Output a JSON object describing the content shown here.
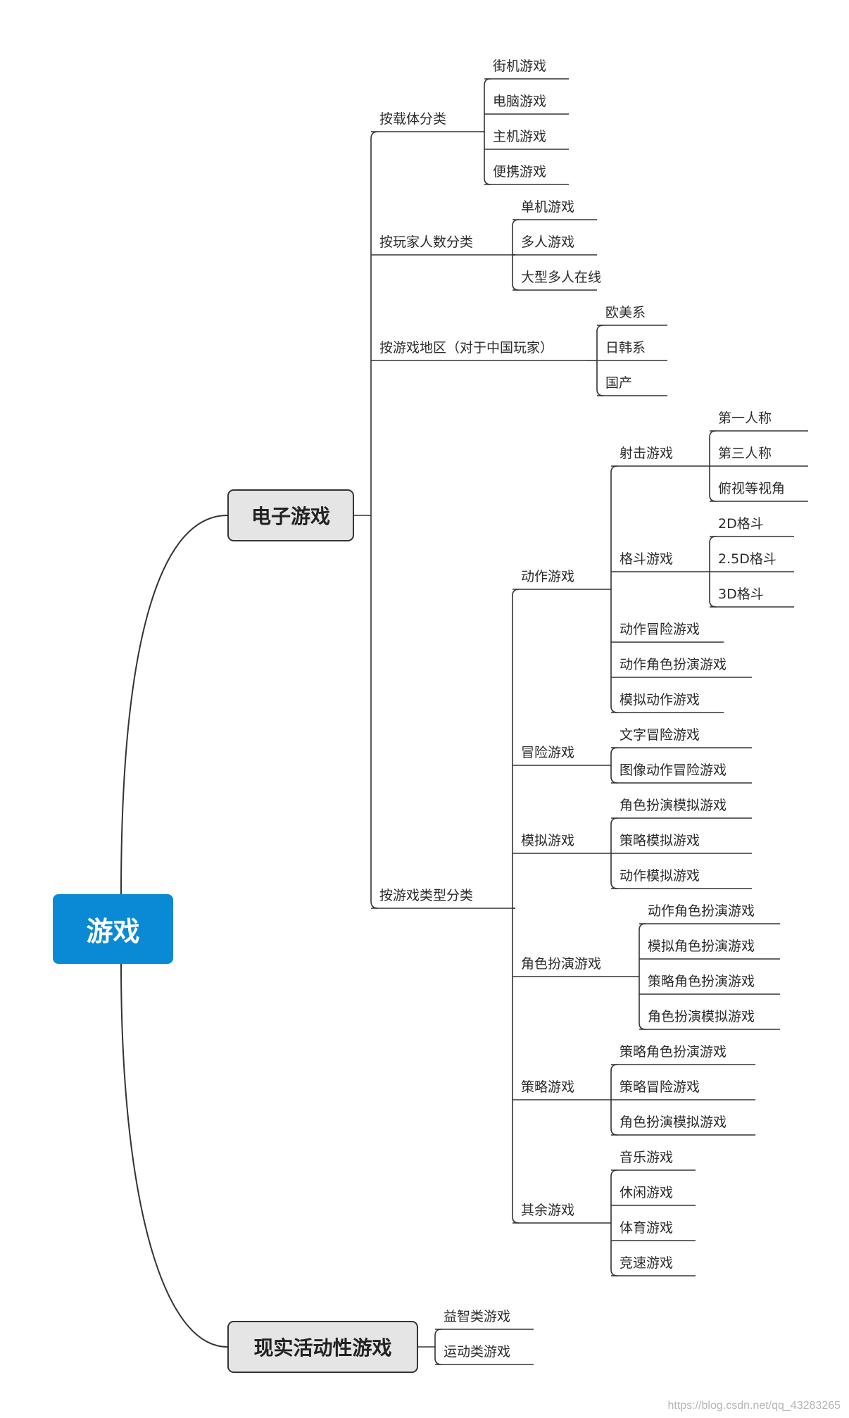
{
  "colors": {
    "root_bg": "#0a8ad5",
    "line": "#333333",
    "main_bg": "#e5e5e5"
  },
  "root": {
    "label": "游戏"
  },
  "electronic": {
    "label": "电子游戏",
    "by_carrier": {
      "label": "按载体分类",
      "items": [
        "街机游戏",
        "电脑游戏",
        "主机游戏",
        "便携游戏"
      ]
    },
    "by_players": {
      "label": "按玩家人数分类",
      "items": [
        "单机游戏",
        "多人游戏",
        "大型多人在线"
      ]
    },
    "by_region": {
      "label": "按游戏地区（对于中国玩家）",
      "items": [
        "欧美系",
        "日韩系",
        "国产"
      ]
    },
    "by_type": {
      "label": "按游戏类型分类",
      "action": {
        "label": "动作游戏",
        "shooting": {
          "label": "射击游戏",
          "items": [
            "第一人称",
            "第三人称",
            "俯视等视角"
          ]
        },
        "fighting": {
          "label": "格斗游戏",
          "items": [
            "2D格斗",
            "2.5D格斗",
            "3D格斗"
          ]
        },
        "items": [
          "动作冒险游戏",
          "动作角色扮演游戏",
          "模拟动作游戏"
        ]
      },
      "adventure": {
        "label": "冒险游戏",
        "items": [
          "文字冒险游戏",
          "图像动作冒险游戏"
        ]
      },
      "simulation": {
        "label": "模拟游戏",
        "items": [
          "角色扮演模拟游戏",
          "策略模拟游戏",
          "动作模拟游戏"
        ]
      },
      "rpg": {
        "label": "角色扮演游戏",
        "items": [
          "动作角色扮演游戏",
          "模拟角色扮演游戏",
          "策略角色扮演游戏",
          "角色扮演模拟游戏"
        ]
      },
      "strategy": {
        "label": "策略游戏",
        "items": [
          "策略角色扮演游戏",
          "策略冒险游戏",
          "角色扮演模拟游戏"
        ]
      },
      "other": {
        "label": "其余游戏",
        "items": [
          "音乐游戏",
          "休闲游戏",
          "体育游戏",
          "竞速游戏"
        ]
      }
    }
  },
  "reality": {
    "label": "现实活动性游戏",
    "items": [
      "益智类游戏",
      "运动类游戏"
    ]
  },
  "watermark": "https://blog.csdn.net/qq_43283265"
}
